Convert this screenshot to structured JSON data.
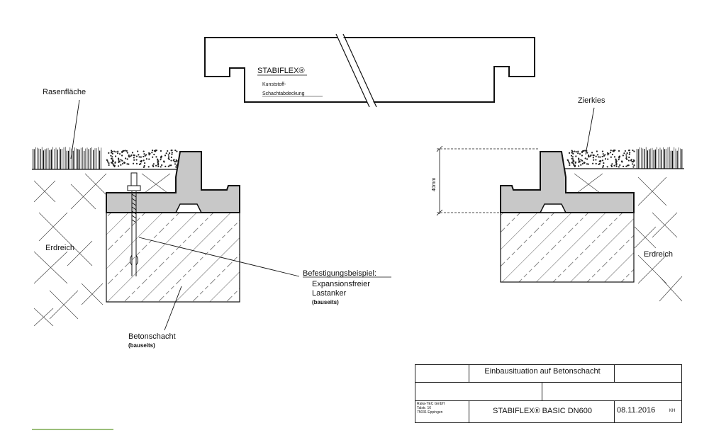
{
  "cover": {
    "brand": "STABIFLEX®",
    "line1": "Kunststoff-",
    "line2": "Schachtabdeckung"
  },
  "labels": {
    "lawn": "Rasenfläche",
    "gravel": "Zierkies",
    "soil_left": "Erdreich",
    "soil_right": "Erdreich",
    "dimension": "40mm",
    "fastening_title": "Befestigungsbeispiel:",
    "fastening_line1": "Expansionsfreier",
    "fastening_line2": "Lastanker",
    "fastening_note": "(bauseits)",
    "shaft": "Betonschacht",
    "shaft_note": "(bauseits)"
  },
  "title_block": {
    "title": "Einbausituation auf Betonschacht",
    "company_line1": "Raka-TEC GmbH",
    "company_line2": "Talstr. 16",
    "company_line3": "75031 Eppingen",
    "product": "STABIFLEX®  BASIC DN600",
    "date": "08.11.2016",
    "initials": "KH"
  },
  "colors": {
    "cover_fill": "#c8c8c8",
    "line": "#111111"
  }
}
